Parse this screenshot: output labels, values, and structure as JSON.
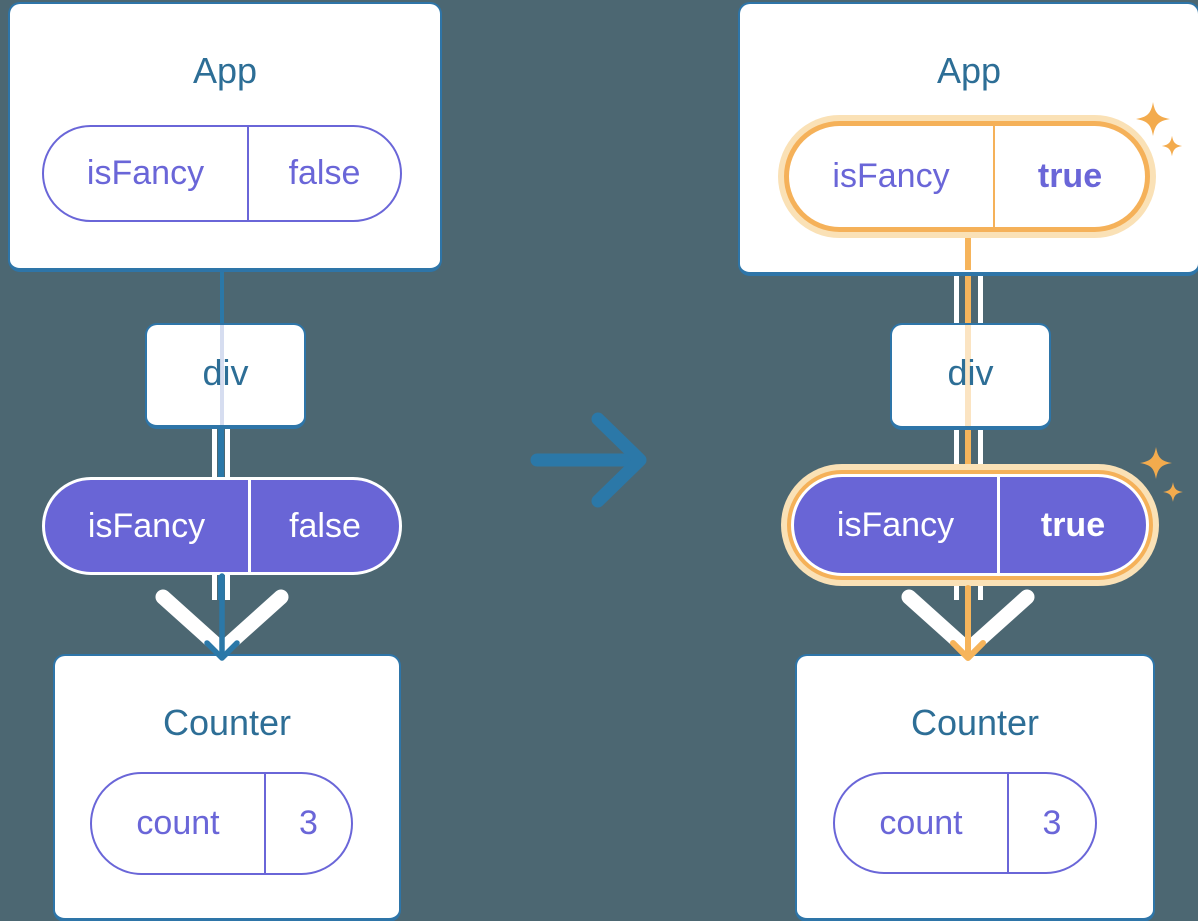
{
  "colors": {
    "background": "#4C6772",
    "card_fill": "#FFFFFF",
    "card_border": "#2E75A8",
    "heading_text": "#2D6E96",
    "purple_outline": "#6A66D8",
    "purple_fill": "#6965D6",
    "arrow_blue": "#2B78A8",
    "highlight_orange": "#F5B159",
    "highlight_halo": "#FAE1B6",
    "line_orange": "#F6B45B",
    "sparkle_orange": "#F3AB4D",
    "faint_line_blue": "#D6DDF0",
    "faint_line_orange": "#FBE4C2"
  },
  "before": {
    "app": {
      "title": "App",
      "prop_name": "isFancy",
      "prop_value": "false"
    },
    "container": {
      "label": "div"
    },
    "passed_prop": {
      "name": "isFancy",
      "value": "false"
    },
    "counter": {
      "title": "Counter",
      "state_name": "count",
      "state_value": "3"
    }
  },
  "after": {
    "app": {
      "title": "App",
      "prop_name": "isFancy",
      "prop_value": "true"
    },
    "container": {
      "label": "div"
    },
    "passed_prop": {
      "name": "isFancy",
      "value": "true"
    },
    "counter": {
      "title": "Counter",
      "state_name": "count",
      "state_value": "3"
    }
  }
}
